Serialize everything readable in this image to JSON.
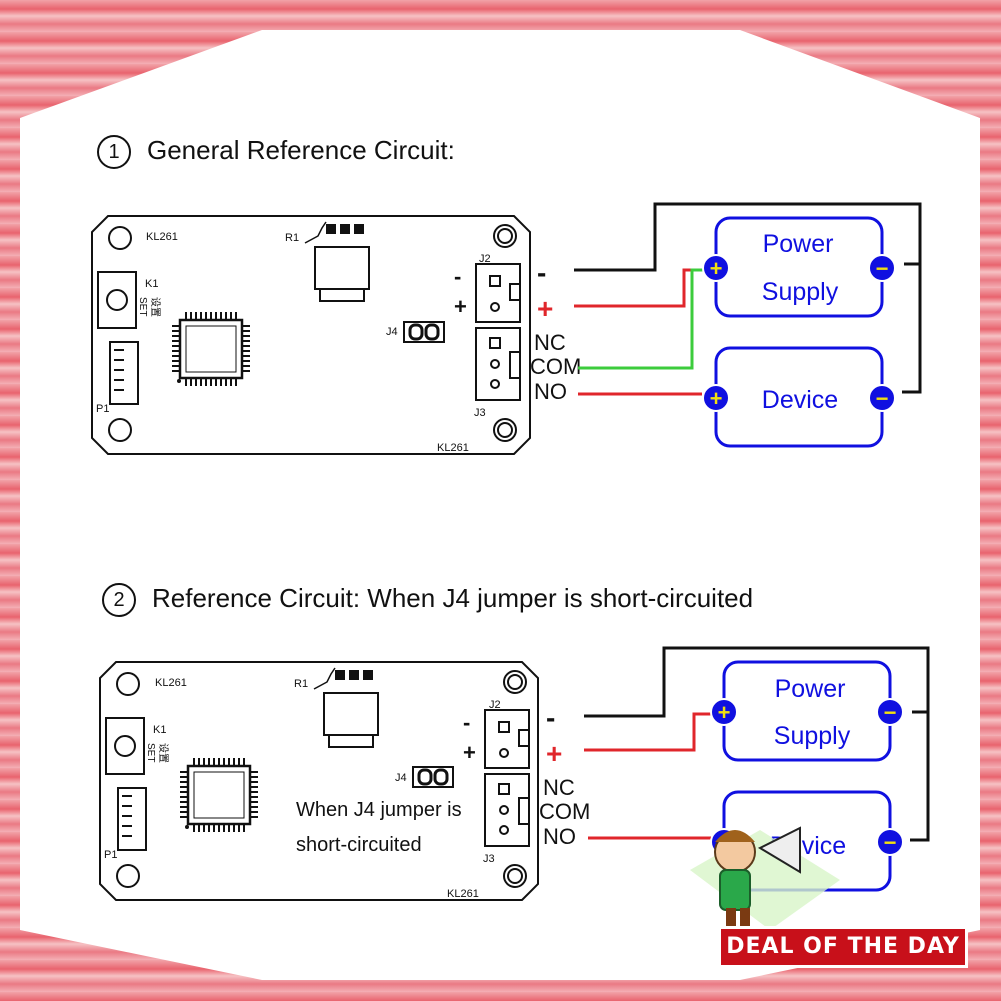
{
  "section1": {
    "number": "1",
    "title": "General Reference Circuit:"
  },
  "section2": {
    "number": "2",
    "title": "Reference Circuit: When J4 jumper is short-circuited",
    "note_line1": "When J4 jumper is",
    "note_line2": "short-circuited"
  },
  "board": {
    "model": "KL261",
    "r1": "R1",
    "k1": "K1",
    "set": "SET",
    "set_cn": "设置",
    "p1": "P1",
    "j2": "J2",
    "j3": "J3",
    "j4": "J4",
    "minus": "-",
    "plus": "+"
  },
  "terminals": {
    "nc": "NC",
    "com": "COM",
    "no": "NO",
    "minus": "-",
    "plus": "+"
  },
  "boxes": {
    "power_line1": "Power",
    "power_line2": "Supply",
    "device": "Device",
    "pos": "+",
    "neg": "−"
  },
  "colors": {
    "wire_black": "#111111",
    "wire_red": "#e0262b",
    "wire_green": "#3ccc3c",
    "box_blue": "#1010e0",
    "badge_red": "#c8101a"
  },
  "badge": {
    "label": "DEAL OF THE DAY"
  }
}
